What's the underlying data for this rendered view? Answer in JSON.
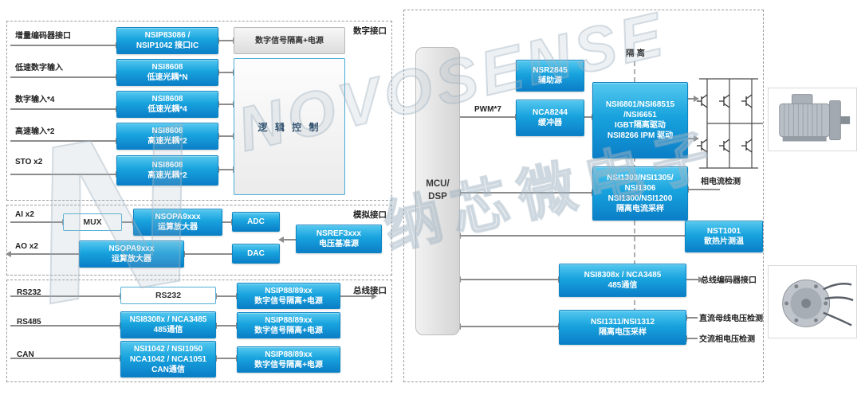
{
  "watermark": {
    "brand": "NOVOSENSE",
    "brand_cn": "纳芯微电子",
    "letter": "N"
  },
  "colors": {
    "box_blue": "#18a3de",
    "box_blue_dark": "#0b7ec7",
    "arrow_gray": "#8c8c8c",
    "dashed_border": "#9b9b9b"
  },
  "digital": {
    "section_label": "数字接口",
    "rows": [
      {
        "input": "增量编码器接口",
        "chip": "NSIP83086 /\nNSIP1042 接口IC"
      },
      {
        "input": "低速数字输入",
        "chip": "NSI8608\n低速光耦*N"
      },
      {
        "input": "数字输入*4",
        "chip": "NSI8608\n低速光耦*4"
      },
      {
        "input": "高速输入*2",
        "chip": "NSI8608\n高速光耦*2"
      },
      {
        "input": "STO x2",
        "chip": "NSI8608\n高速光耦*2"
      }
    ],
    "isolation_power": "数字信号隔离+电源",
    "logic_control": "逻 辑 控 制"
  },
  "analog": {
    "section_label": "模拟接口",
    "ai": "AI x2",
    "ao": "AO x2",
    "mux": "MUX",
    "opamp_in": "NSOPA9xxx\n运算放大器",
    "opamp_out": "NSOPA9xxx\n运算放大器",
    "adc": "ADC",
    "dac": "DAC",
    "vref": "NSREF3xxx\n电压基准源"
  },
  "bus": {
    "section_label": "总线接口",
    "rows": [
      {
        "input": "RS232",
        "chip": "RS232",
        "isolator": "NSIP88/89xx\n数字信号隔离+电源"
      },
      {
        "input": "RS485",
        "chip": "NSI8308x / NCA3485\n485通信",
        "isolator": "NSIP88/89xx\n数字信号隔离+电源"
      },
      {
        "input": "CAN",
        "chip": "NSI1042 / NSI1050\nNCA1042 / NCA1051\nCAN通信",
        "isolator": "NSIP88/89xx\n数字信号隔离+电源"
      }
    ]
  },
  "power": {
    "mcu": "MCU/\nDSP",
    "pwm": "PWM*7",
    "isolation_label": "隔  离",
    "aux_supply": "NSR2845\n辅助源",
    "buffer": "NCA8244\n缓冲器",
    "gate_driver": "NSI6801/NSI68515\n/NSI6651\nIGBT隔离驱动\nNSI8266 IPM 驱动",
    "current_sense": "NSI1303/NSI1305/\nNSI1306\nNSI1300/NSI1200\n隔离电流采样",
    "phase_current": "相电流检测",
    "temp_sensor": "NST1001\n散热片测温",
    "comm_485": "NSI8308x / NCA3485\n485通信",
    "bus_encoder": "总线编码器接口",
    "voltage_sense": "NSI1311/NSI1312\n隔离电压采样",
    "dc_bus_voltage": "直流母线电压检测",
    "ac_phase_voltage": "交流相电压检测"
  }
}
